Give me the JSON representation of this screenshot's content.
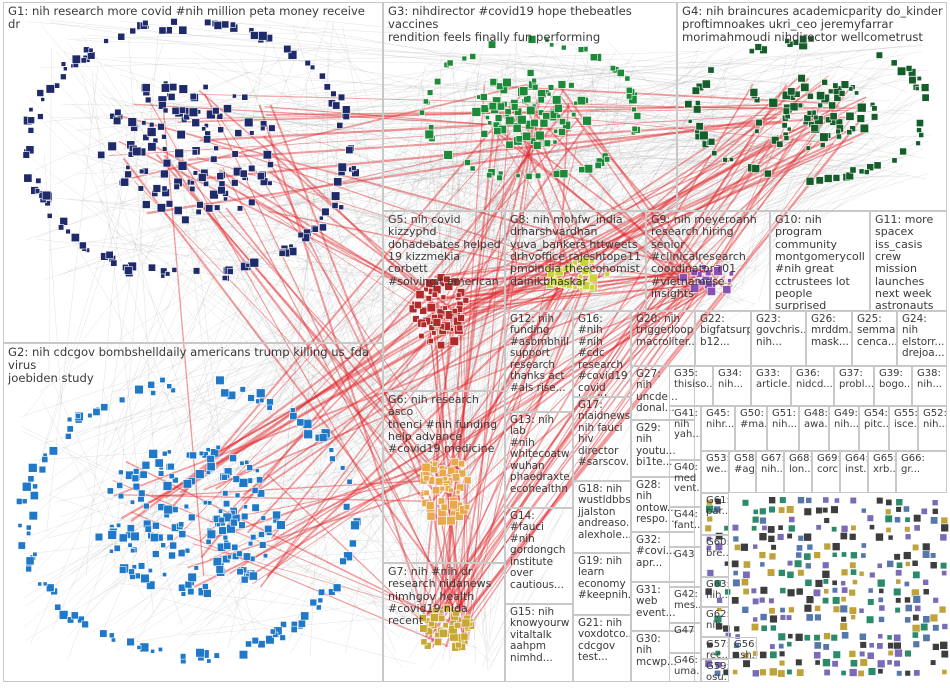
{
  "groups": [
    {
      "id": "G1",
      "label": "G1: nih research more covid #nih million peta money receive dr"
    },
    {
      "id": "G2",
      "label": "G2: nih cdcgov bombshelldaily americans trump killing us_fda virus\njoebiden study"
    },
    {
      "id": "G3",
      "label": "G3: nihdirector #covid19 hope thebeatles vaccines\nrendition feels finally fun performing"
    },
    {
      "id": "G4",
      "label": "G4: nih braincures academicparity do_kinder\nproftimnoakes ukri_ceo jeremyfarrar\nmorimahmoudi nihdirector wellcometrust"
    },
    {
      "id": "G5",
      "label": "G5: nih covid kizzyphd\ndohadebates helped\n19 kizzmekia corbett\n#solvingit american"
    },
    {
      "id": "G6",
      "label": "G6: nih research asco\nthenci #nih funding\nhelp advance\n#covid19 medicine"
    },
    {
      "id": "G7",
      "label": "G7: nih #nih dr\nresearch nidanews\nnimhgov health\n#covid19 nida recent"
    },
    {
      "id": "G8",
      "label": "G8: nih mohfw_india\ndrharshvardhan\nyuva_bankers httweets\ndrhvoffice rajeshtope11\npmoindia theeconomist\ndainikbhaskar"
    },
    {
      "id": "G9",
      "label": "G9: nih meyeroanh\nresearch hiring senior\n#clinicalresearch\ncoordinator r01\n#vietnamese insights"
    },
    {
      "id": "G10",
      "label": "G10: nih program\ncommunity\nmontgomerycoll\n#nih great\ncctrustees lot\npeople surprised"
    },
    {
      "id": "G11",
      "label": "G11: more\nspacex\niss_casis\ncrew mission\nlaunches\nnext week\nastronauts"
    },
    {
      "id": "G12",
      "label": "G12: nih\nfunding\n#asbmbhill\nsupport\nresearch\nthanks act\n#als rise..."
    },
    {
      "id": "G13",
      "label": "G13: nih lab\n#nih\nwhitecoatw\nwuhan\nphaedraxte\necohealthn"
    },
    {
      "id": "G14",
      "label": "G14: #fauci\n#nih\ngordongch\ninstitute\nover\ncautious..."
    },
    {
      "id": "G15",
      "label": "G15: nih\nknowyourw\nvitaltalk\naahpm\nnimhd..."
    },
    {
      "id": "G16",
      "label": "G16: #nih\n#nih #cdc\nresearch\n#covid19\ncovid\nhealth..."
    },
    {
      "id": "G17",
      "label": "G17:\nniaidnews\nnih fauci\nhiv\ndirector\n#sarscov..."
    },
    {
      "id": "G18",
      "label": "G18: nih\nwustldbbs\njjalston\nandreaso...\nalexhole..."
    },
    {
      "id": "G19",
      "label": "G19: nih\nlearn\neconomy\n#keepnih..."
    },
    {
      "id": "G20",
      "label": "G20: nih\ntriggerloop\nmacroliter..."
    },
    {
      "id": "G21",
      "label": "G21: nih\nvoxdotco...\ncdcgov\ntest..."
    },
    {
      "id": "G22",
      "label": "G22:\nbigfatsurp...\nb12..."
    },
    {
      "id": "G23",
      "label": "G23:\ngovchris...\nnih..."
    },
    {
      "id": "G24",
      "label": "G24: nih\nelstorr...\ndrejoa..."
    },
    {
      "id": "G25",
      "label": "G25:\nsemma...\ncenca..."
    },
    {
      "id": "G26",
      "label": "G26:\nmrddm...\nmask..."
    },
    {
      "id": "G27",
      "label": "G27:\nnih\nuncde...\ndonal..."
    },
    {
      "id": "G28",
      "label": "G28:\nnih\nontow...\nrespo..."
    },
    {
      "id": "G29",
      "label": "G29:\nnih\nyoutu...\nbi1te..."
    },
    {
      "id": "G30",
      "label": "G30:\nnih\nmcwp..."
    },
    {
      "id": "G31",
      "label": "G31:\nweb\nevent..."
    },
    {
      "id": "G32",
      "label": "G32:\n#covi...\napr..."
    },
    {
      "id": "G33",
      "label": "G33:\narticle..."
    },
    {
      "id": "G34",
      "label": "G34:\nnih..."
    },
    {
      "id": "G35",
      "label": "G35:\nthisiso..."
    },
    {
      "id": "G36",
      "label": "G36:\nnidcd..."
    },
    {
      "id": "G37",
      "label": "G37:\nprobl..."
    },
    {
      "id": "G38",
      "label": "G38:\nnih..."
    },
    {
      "id": "G39",
      "label": "G39:\nbogo..."
    },
    {
      "id": "G40",
      "label": "G40:\nmed\nvent..."
    },
    {
      "id": "G41",
      "label": "G41:\nnih\nyah..."
    },
    {
      "id": "G42",
      "label": "G42:\nmes..."
    },
    {
      "id": "G43",
      "label": "G43"
    },
    {
      "id": "G44",
      "label": "G44:\nfant..."
    },
    {
      "id": "G45",
      "label": "G45:\nnihr..."
    },
    {
      "id": "G46",
      "label": "G46:\numa..."
    },
    {
      "id": "G47",
      "label": "G47"
    },
    {
      "id": "G48",
      "label": "G48:\nawa..."
    },
    {
      "id": "G49",
      "label": "G49:\nnih..."
    },
    {
      "id": "G50",
      "label": "G50:\n#ma..."
    },
    {
      "id": "G51",
      "label": "G51:\nnih..."
    },
    {
      "id": "G52",
      "label": "G52:\nnih..."
    },
    {
      "id": "G53",
      "label": "G53:\nwe..."
    },
    {
      "id": "G54",
      "label": "G54:\npitc..."
    },
    {
      "id": "G55",
      "label": "G55:\nisce..."
    },
    {
      "id": "G56",
      "label": "G56:\nash..."
    },
    {
      "id": "G57",
      "label": "G57:\nrec..."
    },
    {
      "id": "G58",
      "label": "G58:\n#ag..."
    },
    {
      "id": "G59",
      "label": "G59:\nosu..."
    },
    {
      "id": "G60",
      "label": "G60:\nbre..."
    },
    {
      "id": "G61",
      "label": "G61:\npar..."
    },
    {
      "id": "G62",
      "label": "G62:\nnih..."
    },
    {
      "id": "G63",
      "label": "G63:\nnih..."
    },
    {
      "id": "G64",
      "label": "G64:\ninst..."
    },
    {
      "id": "G65",
      "label": "G65:\nxrb..."
    },
    {
      "id": "G66",
      "label": "G66:\ngr..."
    },
    {
      "id": "G67",
      "label": "G67:\nnih..."
    },
    {
      "id": "G68",
      "label": "G68:\nlon..."
    },
    {
      "id": "G69",
      "label": "G69:\ncorc..."
    }
  ],
  "colors": {
    "edge_red": "#e3262b",
    "edge_gray": "#9a9a9a",
    "g1_node": "#1f2a6b",
    "g2_node": "#1f78c8",
    "g3_node": "#1d8a3a",
    "g4_node": "#155d2a",
    "g5_node": "#b02a2a",
    "g8_node": "#c9d43c",
    "g6_node": "#e8a94a",
    "g7_node": "#c8a830",
    "g9_node": "#8a4fb3",
    "panel_border": "#c8c8c8"
  }
}
